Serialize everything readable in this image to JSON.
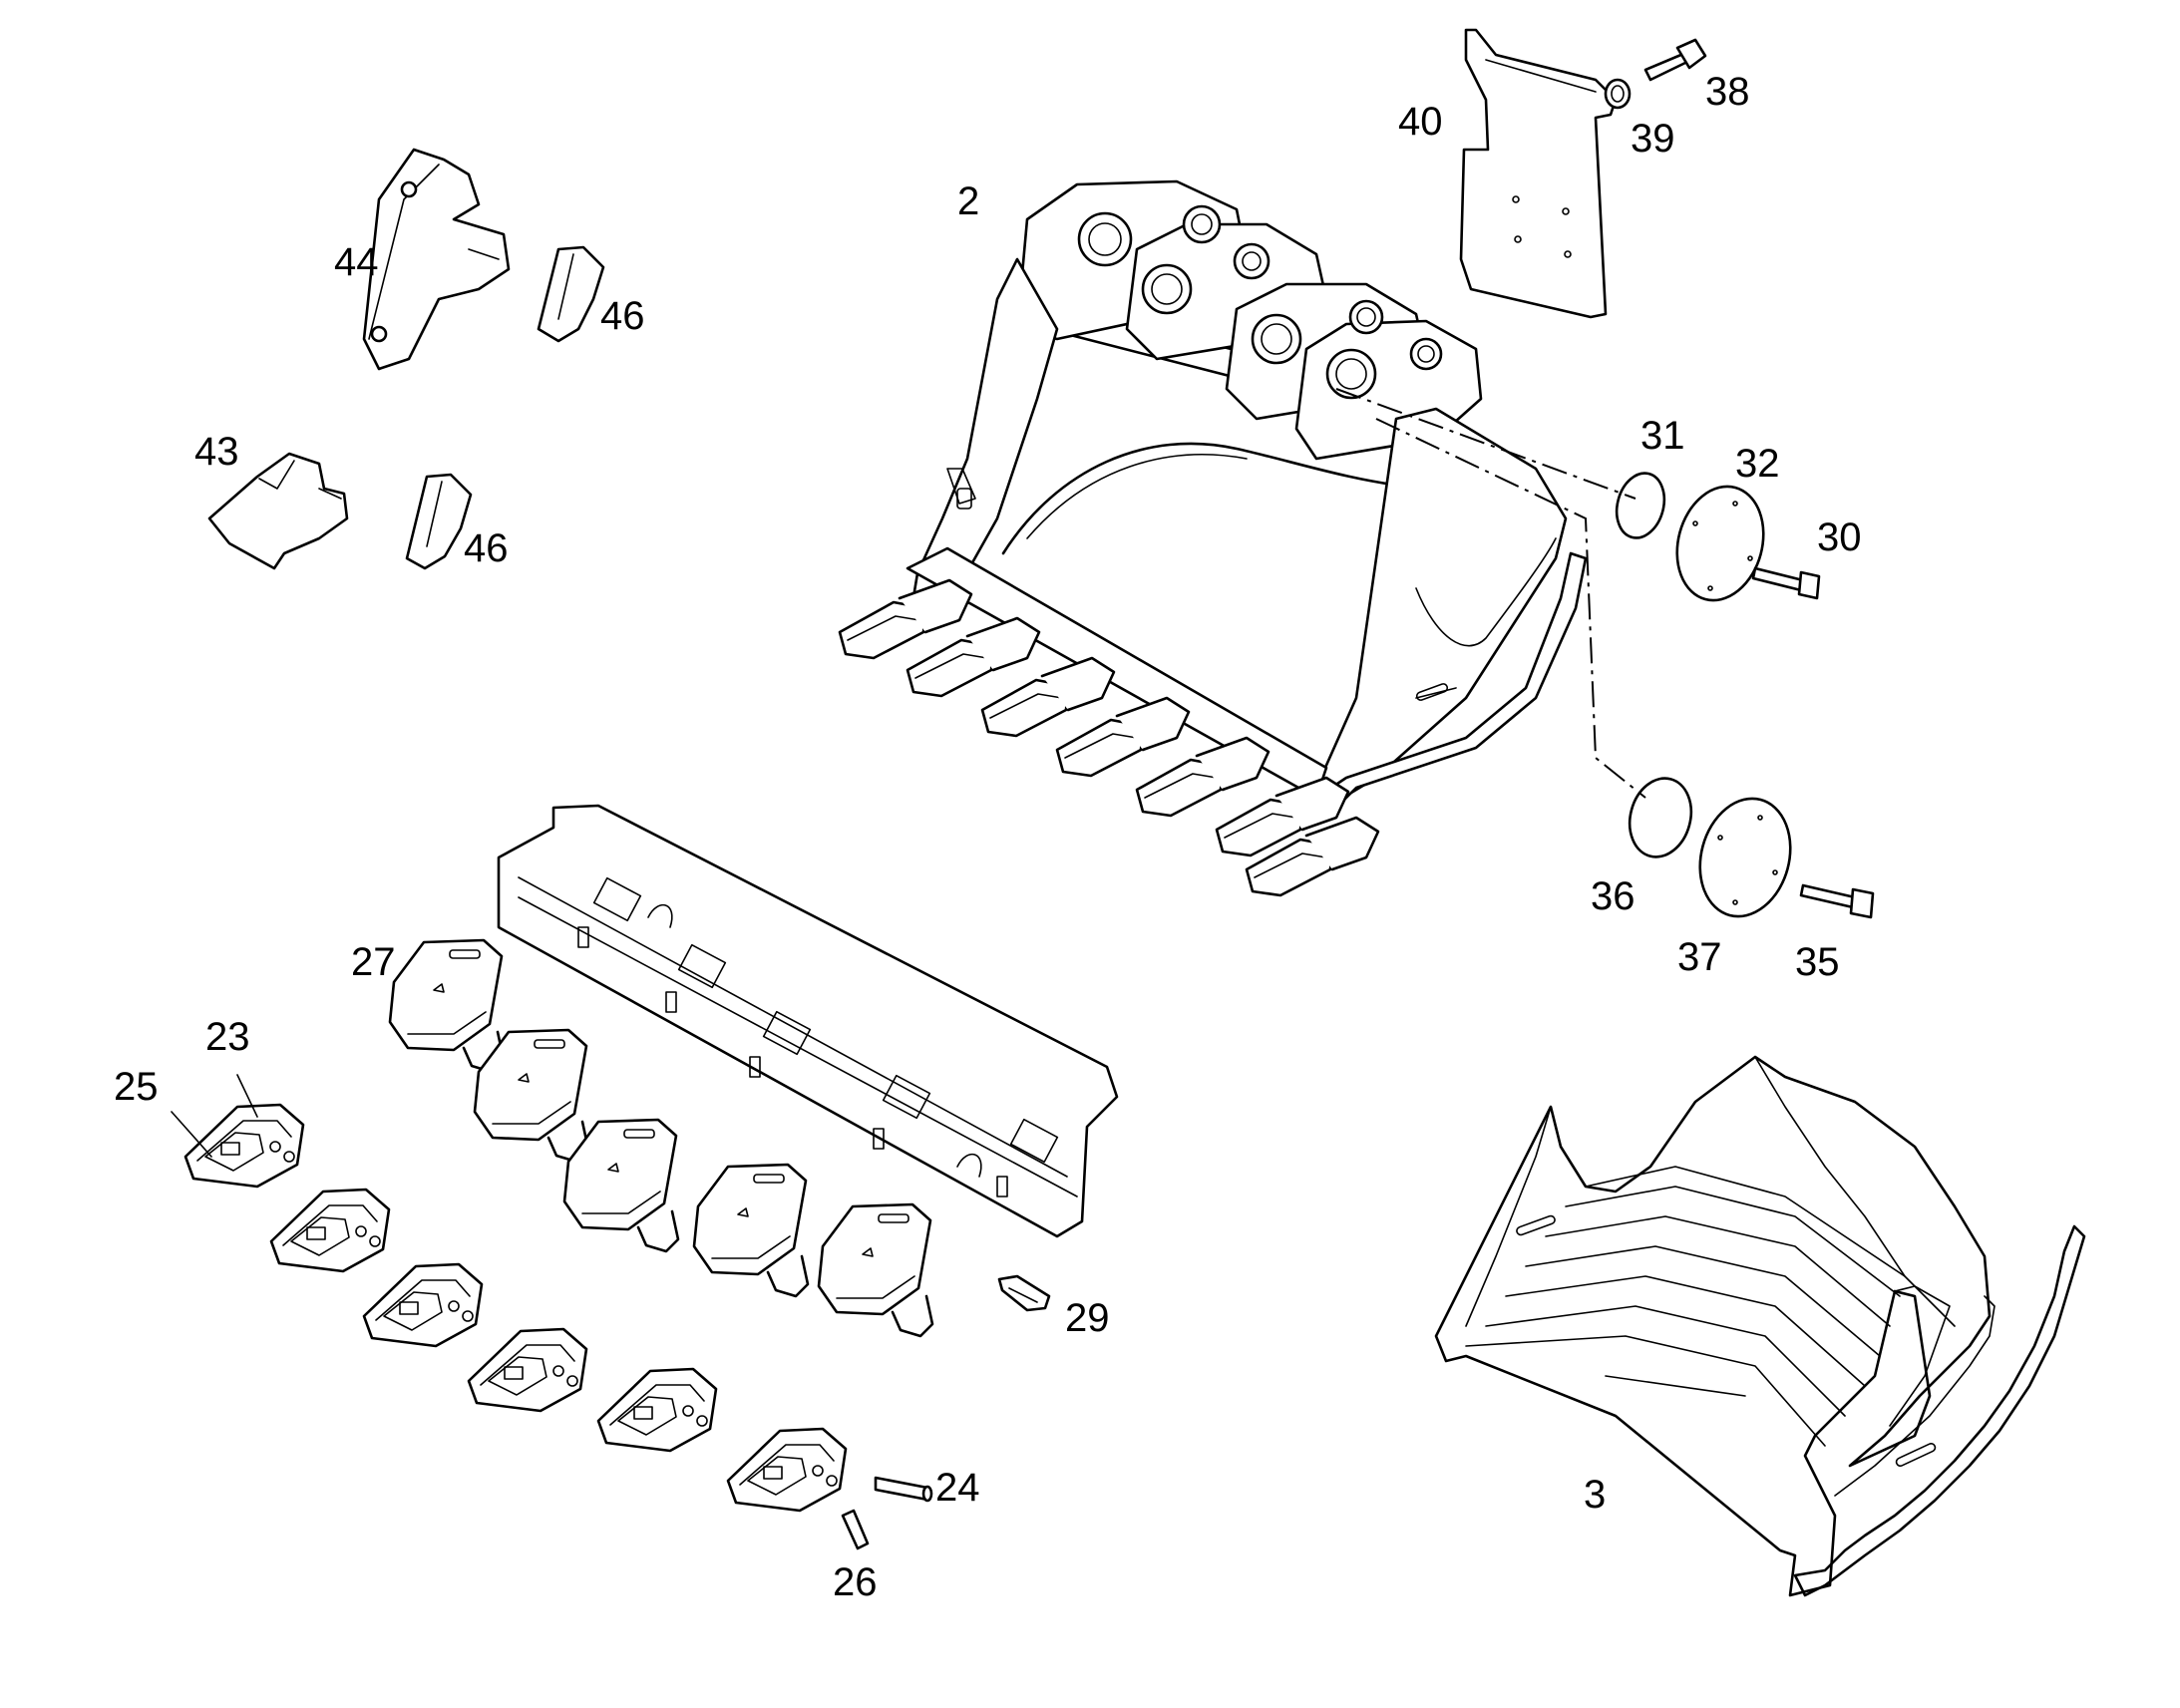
{
  "labels": {
    "p2": "2",
    "p3": "3",
    "p23": "23",
    "p24": "24",
    "p25": "25",
    "p26": "26",
    "p27": "27",
    "p29": "29",
    "p30": "30",
    "p31": "31",
    "p32": "32",
    "p35": "35",
    "p36": "36",
    "p37": "37",
    "p38": "38",
    "p39": "39",
    "p40": "40",
    "p43": "43",
    "p44": "44",
    "p46a": "46",
    "p46b": "46"
  }
}
